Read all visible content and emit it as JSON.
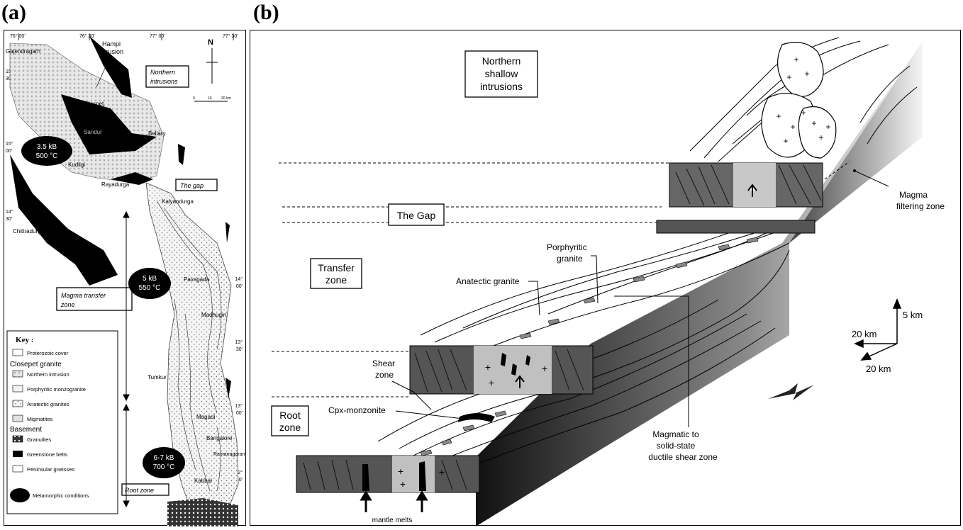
{
  "panels": {
    "a": "(a)",
    "b": "(b)"
  },
  "map": {
    "coords": {
      "lon1": "76° 00'",
      "lon2": "76° 30'",
      "lon3": "77° 00'",
      "lon4": "77° 30'",
      "lat1_deg": "15°",
      "lat1_min": "30'",
      "lat2_deg": "15°",
      "lat2_min": "00'",
      "lat3_deg": "14°",
      "lat3_min": "30'",
      "lat4_deg": "14°",
      "lat4_min": "00'",
      "lat5_deg": "13°",
      "lat5_min": "30'",
      "lat6_deg": "13°",
      "lat6_min": "00'",
      "lat7_deg": "12°",
      "lat7_min": "30'"
    },
    "north": "N",
    "scale": {
      "s0": "0",
      "s1": "10",
      "s2": "20 km"
    },
    "places": {
      "gajendragarh": "Gajendragarh",
      "hospet": "Hospet",
      "sandur": "Sandur",
      "bellary": "Bellary",
      "kudligi": "Kudligi",
      "rayadurga": "Rayadurga",
      "kalyandurga": "Kalyandurga",
      "chittradurga": "Chittradurga",
      "pavagada": "Pavagada",
      "madhugiri": "Madhugiri",
      "tumkur": "Tumkur",
      "magadi": "Magadi",
      "bangalore": "Bangalore",
      "ramanagaram": "Ramanagaram",
      "kabbal": "Kabbal"
    },
    "labels": {
      "hampi_1": "Hampi",
      "hampi_2": "intrusion",
      "northern_1": "Northern",
      "northern_2": "intrusions",
      "gap": "The gap",
      "transfer_1": "Magma transfer",
      "transfer_2": "zone",
      "root": "Root zone"
    },
    "conditions": {
      "c1_p": "3.5 kB",
      "c1_t": "500 °C",
      "c2_p": "5 kB",
      "c2_t": "550 °C",
      "c3_p": "6-7 kB",
      "c3_t": "700 °C"
    },
    "key": {
      "title": "Key :",
      "proterozoic": "Proterozoic cover",
      "closepet": "Closepet granite",
      "northern": "Northern intrusion",
      "porphyritic": "Porphyritic monzogranite",
      "anatectic": "Anatectic granites",
      "migmatites": "Migmatites",
      "basement": "Basement",
      "granulites": "Granulites",
      "greenstone": "Greenstone belts",
      "peninsular": "Peninsular gneisses",
      "metamorphic": "Metamorphic conditions"
    }
  },
  "diagram": {
    "northern_1": "Northern",
    "northern_2": "shallow",
    "northern_3": "intrusions",
    "gap": "The Gap",
    "transfer_1": "Transfer",
    "transfer_2": "zone",
    "root_1": "Root",
    "root_2": "zone",
    "porphyritic_1": "Porphyritic",
    "porphyritic_2": "granite",
    "anatectic": "Anatectic granite",
    "shear_1": "Shear",
    "shear_2": "zone",
    "cpx": "Cpx-monzonite",
    "magmatic_1": "Magmatic to",
    "magmatic_2": "solid-state",
    "magmatic_3": "ductile shear zone",
    "filter_1": "Magma",
    "filter_2": "filtering zone",
    "mantle": "mantle melts",
    "axis_5km": "5 km",
    "axis_20km_a": "20 km",
    "axis_20km_b": "20 km"
  }
}
